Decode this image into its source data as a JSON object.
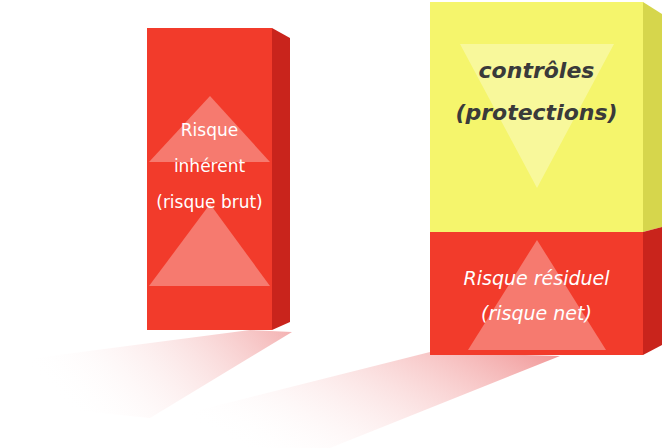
{
  "diagram": {
    "nodes": [
      {
        "text": [
          "Risque inhérent (risque brut)"
        ]
      },
      {
        "text": [
          "contrôles (protections)"
        ]
      },
      {
        "text": [
          "Risque résiduel (risque net)"
        ]
      }
    ]
  }
}
